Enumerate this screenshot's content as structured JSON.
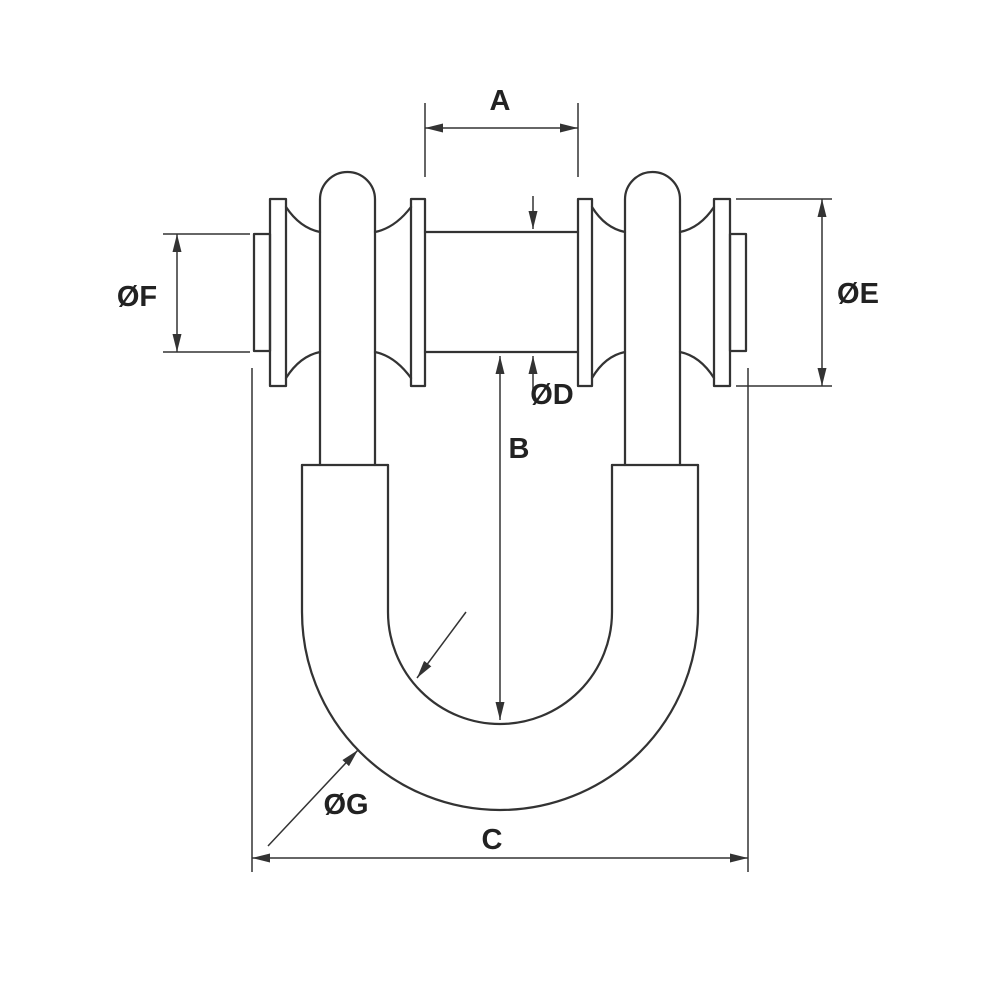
{
  "drawing": {
    "type": "technical-dimension-drawing",
    "subject": "shackle-with-pin",
    "background_color": "#ffffff",
    "line_color": "#333333",
    "labels": {
      "a": "A",
      "b": "B",
      "c": "C",
      "d": "ØD",
      "e": "ØE",
      "f": "ØF",
      "g": "ØG"
    }
  }
}
